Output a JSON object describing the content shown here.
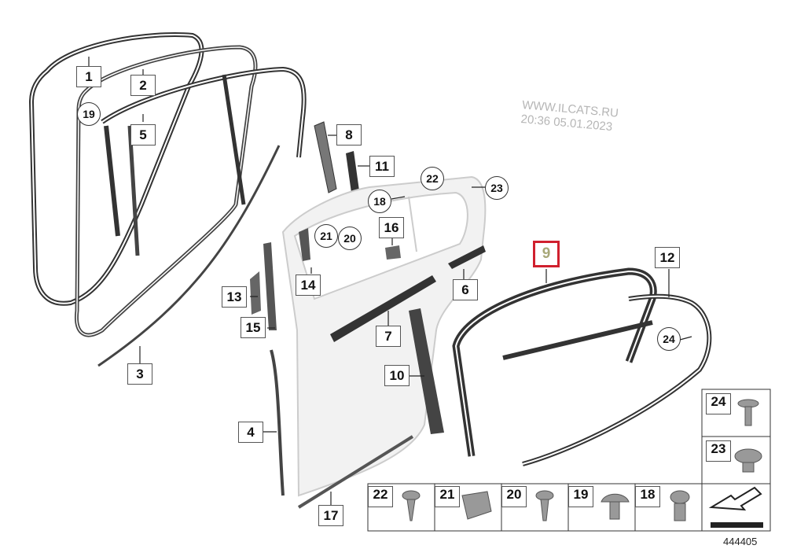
{
  "watermark": {
    "line1": "WWW.ILCATS.RU",
    "line2": "20:36 05.01.2023"
  },
  "callouts": {
    "c1": "1",
    "c2": "2",
    "c3": "3",
    "c4": "4",
    "c5": "5",
    "c6": "6",
    "c7": "7",
    "c8": "8",
    "c9": "9",
    "c10": "10",
    "c11": "11",
    "c12": "12",
    "c13": "13",
    "c14": "14",
    "c15": "15",
    "c16": "16",
    "c17": "17",
    "c18": "18",
    "c19": "19",
    "c20": "20",
    "c21": "21",
    "c22": "22",
    "c23": "23",
    "c24": "24"
  },
  "legend": {
    "bottom_row": [
      "22",
      "21",
      "20",
      "19",
      "18"
    ],
    "side_column": [
      "24",
      "23"
    ]
  },
  "drawing_number": "444405"
}
